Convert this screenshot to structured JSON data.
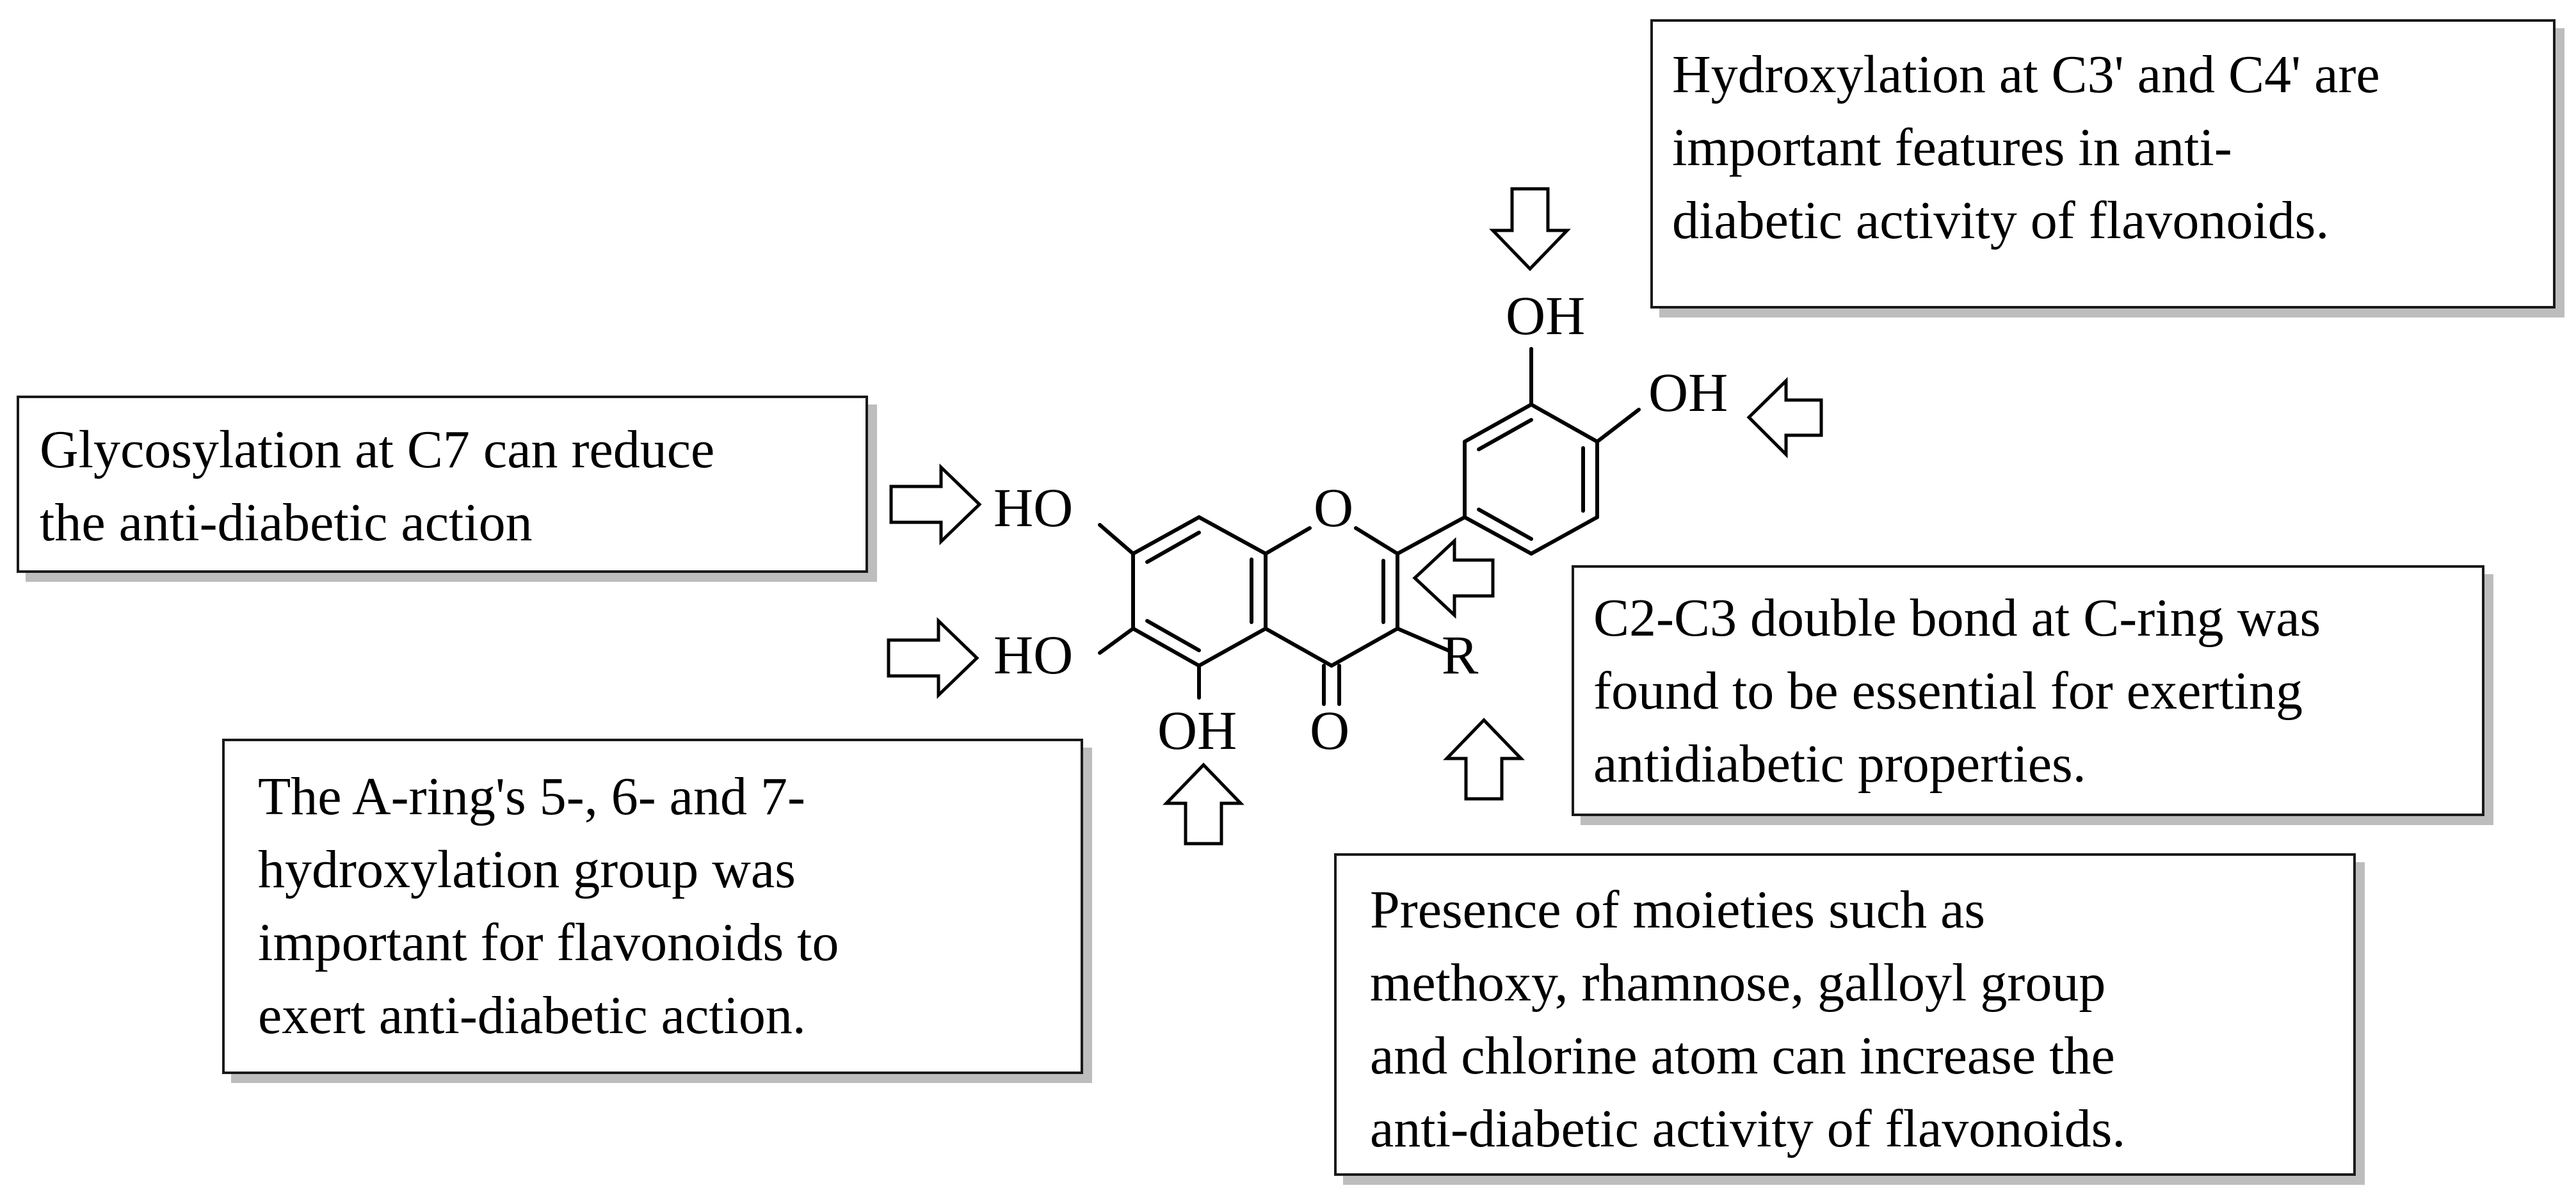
{
  "annotations": {
    "hydroxylation": [
      "Hydroxylation at C3' and C4' are",
      "important features in anti-",
      "diabetic activity of flavonoids."
    ],
    "glycosylation": [
      "Glycosylation at C7 can reduce",
      "the anti-diabetic action"
    ],
    "c2c3": [
      "C2-C3 double bond at C-ring was",
      "found to be essential for exerting",
      "antidiabetic properties."
    ],
    "aring": [
      "The A-ring's 5-, 6- and 7-",
      "hydroxylation group was",
      "important for flavonoids to",
      "exert anti-diabetic action."
    ],
    "moieties": [
      "Presence of moieties such as",
      "methoxy, rhamnose, galloyl group",
      "and chlorine atom can increase the",
      "anti-diabetic activity of flavonoids."
    ]
  },
  "structure": {
    "atoms": {
      "ho_c7": "HO",
      "ho_c6": "HO",
      "oh_c5": "OH",
      "o_ring": "O",
      "o_carbonyl": "O",
      "r_group": "R",
      "oh_c3prime": "OH",
      "oh_c4prime": "OH"
    }
  },
  "colors": {
    "ink": "#000000",
    "shadow": "#bdbdbd",
    "background": "#ffffff"
  },
  "icons": [
    "hollow-arrow-right",
    "hollow-arrow-left",
    "hollow-arrow-up",
    "hollow-arrow-down"
  ]
}
